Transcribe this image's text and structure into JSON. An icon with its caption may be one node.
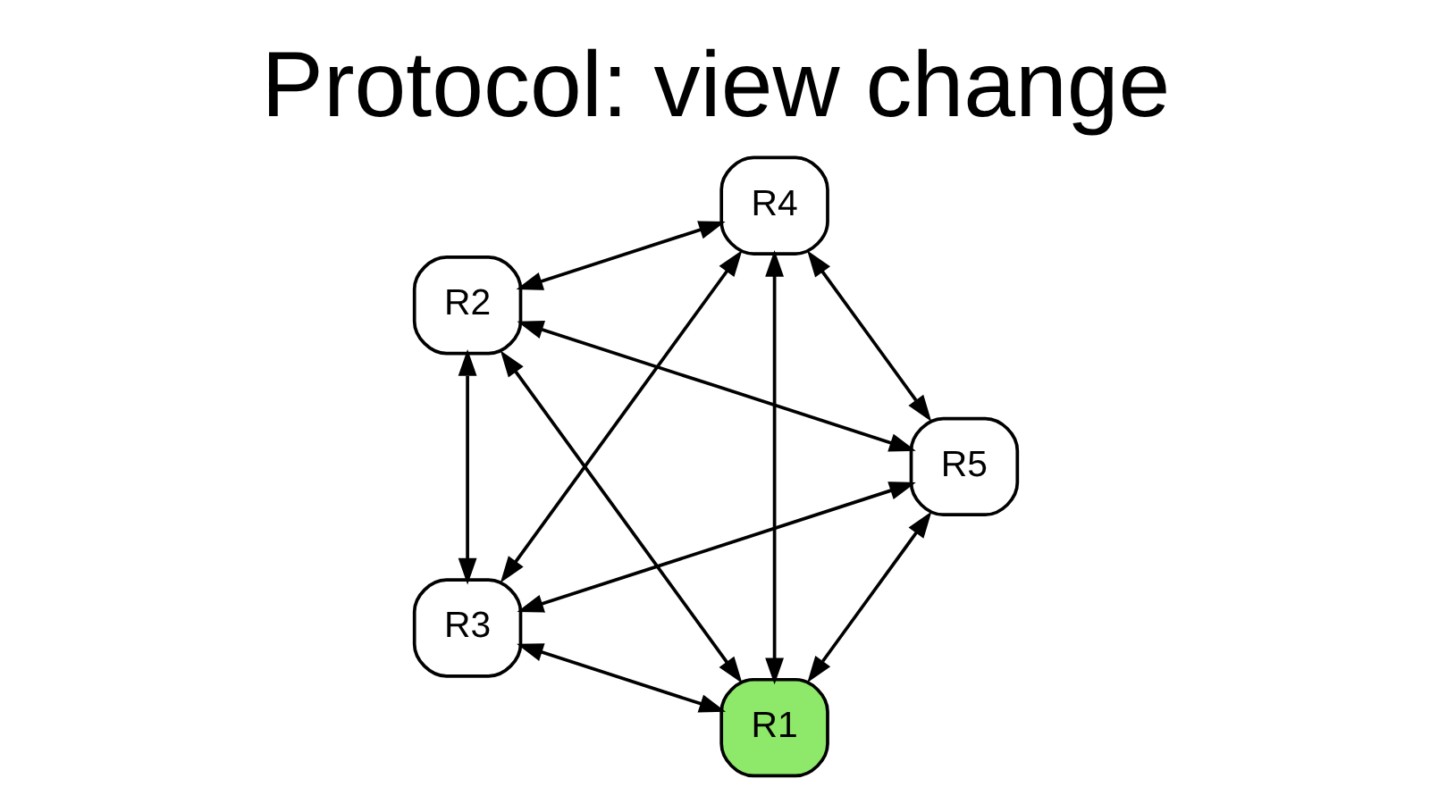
{
  "diagram": {
    "title": "Protocol: view change",
    "nodes": [
      {
        "text": [
          "R1"
        ]
      },
      {
        "text": [
          "R5"
        ]
      },
      {
        "text": [
          "R2"
        ]
      },
      {
        "text": [
          "R4"
        ]
      },
      {
        "text": [
          "R3"
        ]
      }
    ],
    "edges": [
      {
        "from": 0,
        "to": 1,
        "arrow": "both"
      },
      {
        "from": 0,
        "to": 2,
        "arrow": "both"
      },
      {
        "from": 0,
        "to": 3,
        "arrow": "both"
      },
      {
        "from": 0,
        "to": 4,
        "arrow": "both"
      },
      {
        "from": 1,
        "to": 2,
        "arrow": "both"
      },
      {
        "from": 1,
        "to": 3,
        "arrow": "both"
      },
      {
        "from": 1,
        "to": 4,
        "arrow": "both"
      },
      {
        "from": 2,
        "to": 3,
        "arrow": "both"
      },
      {
        "from": 2,
        "to": 4,
        "arrow": "both"
      },
      {
        "from": 3,
        "to": 4,
        "arrow": "both"
      }
    ]
  }
}
